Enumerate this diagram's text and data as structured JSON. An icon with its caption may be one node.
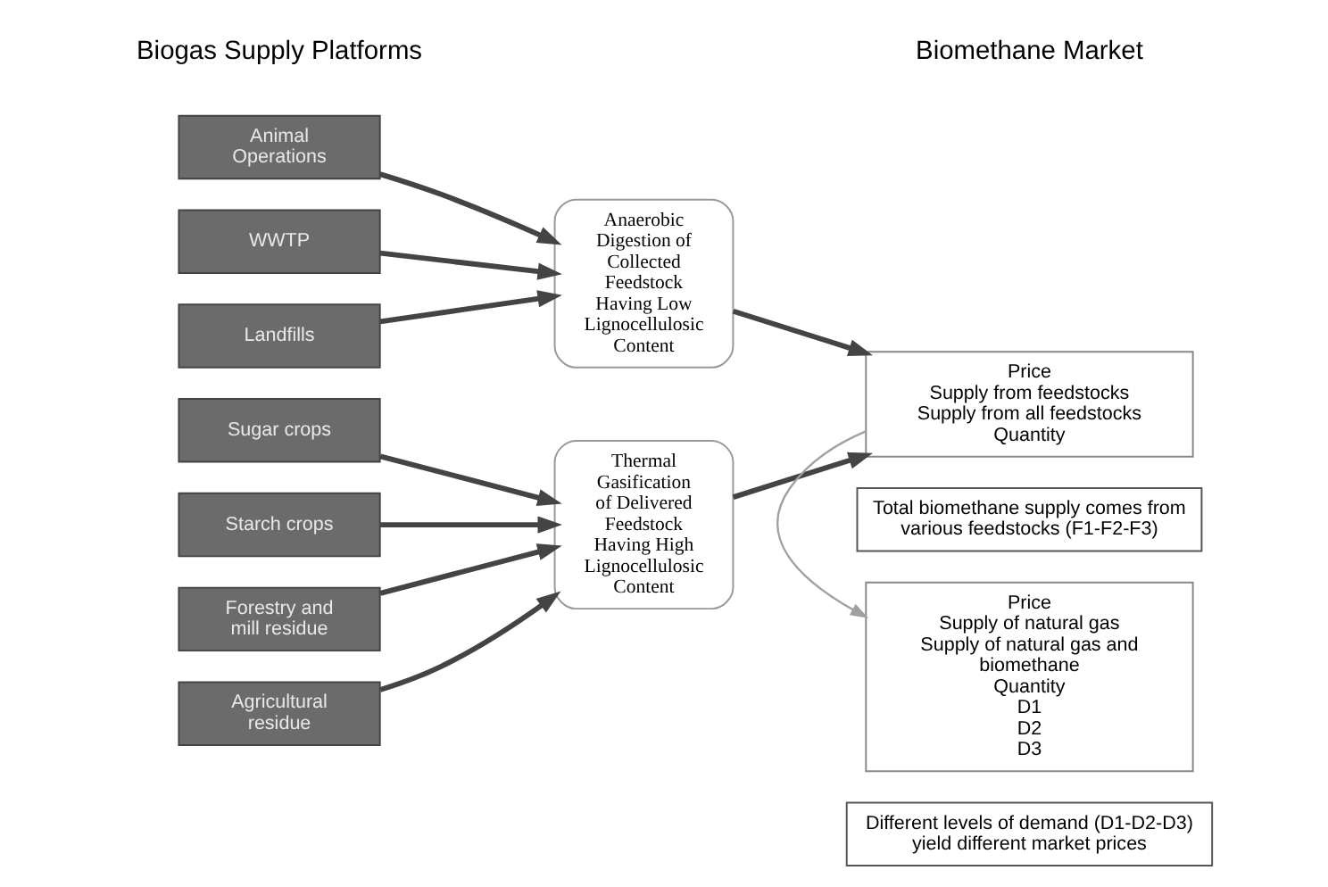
{
  "diagram": {
    "nodes": [
      {
        "text": [
          "Animal Operations"
        ]
      },
      {
        "text": [
          "WWTP"
        ]
      },
      {
        "text": [
          "Landfills"
        ]
      },
      {
        "text": [
          "Anaerobic Digestion of Collected Feedstock Having Low Lignocellulosic Content"
        ]
      },
      {
        "text": [
          "Sugar crops"
        ]
      },
      {
        "text": [
          "Starch crops"
        ]
      },
      {
        "text": [
          "Forestry and mill residue"
        ]
      },
      {
        "text": [
          "Agricultural residue"
        ]
      },
      {
        "text": [
          "Thermal Gasification of Delivered Feedstock Having High Lignocellulosic Content"
        ]
      },
      {
        "text": [
          "Price",
          "Supply from feedstocks",
          "Supply from all feedstocks",
          "Quantity"
        ]
      },
      {
        "text": [
          "Total biomethane supply comes from various feedstocks (F1-F2-F3)"
        ]
      },
      {
        "text": [
          "Price",
          "Supply of natural gas",
          "Supply of natural gas and biomethane",
          "Quantity",
          "D1",
          "D2",
          "D3"
        ]
      },
      {
        "text": [
          "Different levels of demand (D1-D2-D3) yield different market prices"
        ]
      }
    ],
    "edges": [
      {
        "from": 0,
        "to": 3,
        "arrow": "to"
      },
      {
        "from": 1,
        "to": 3,
        "arrow": "to"
      },
      {
        "from": 2,
        "to": 3,
        "arrow": "to"
      },
      {
        "from": 3,
        "to": 9,
        "arrow": "to"
      },
      {
        "from": 4,
        "to": 8,
        "arrow": "to"
      },
      {
        "from": 5,
        "to": 8,
        "arrow": "to"
      },
      {
        "from": 6,
        "to": 8,
        "arrow": "to"
      },
      {
        "from": 7,
        "to": 8,
        "arrow": "to"
      },
      {
        "from": 8,
        "to": 9,
        "arrow": "to"
      },
      {
        "from": 9,
        "to": 11,
        "arrow": "to",
        "color": "#a0a0a0"
      }
    ],
    "labels": [
      "Biogas Supply Platforms",
      "Biomethane Market"
    ]
  }
}
